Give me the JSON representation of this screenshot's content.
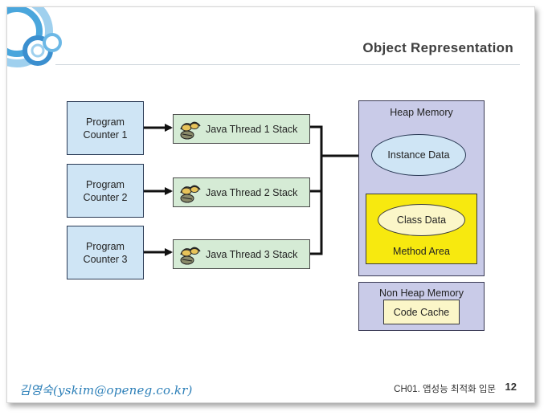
{
  "slide": {
    "title": "Object Representation",
    "footer_author": "김영숙(yskim@openeg.co.kr)",
    "footer_chapter": "CH01. 앱성능 최적화 입문",
    "page_number": "12"
  },
  "diagram": {
    "program_counters": [
      {
        "line1": "Program",
        "line2": "Counter 1"
      },
      {
        "line1": "Program",
        "line2": "Counter 2"
      },
      {
        "line1": "Program",
        "line2": "Counter 3"
      }
    ],
    "threads": [
      {
        "label": "Java Thread 1 Stack"
      },
      {
        "label": "Java Thread 2 Stack"
      },
      {
        "label": "Java Thread 3 Stack"
      }
    ],
    "heap": {
      "label": "Heap Memory",
      "instance_data": "Instance Data",
      "class_data": "Class Data",
      "method_area": "Method Area"
    },
    "non_heap": {
      "label": "Non Heap Memory",
      "code_cache": "Code Cache"
    }
  },
  "colors": {
    "program_counter_fill": "#cfe5f5",
    "thread_fill": "#d5ebd5",
    "heap_fill": "#c9cbe8",
    "method_area_fill": "#f7e90f",
    "code_cache_fill": "#fbf6c8",
    "accent_blue": "#2c7fb8"
  }
}
